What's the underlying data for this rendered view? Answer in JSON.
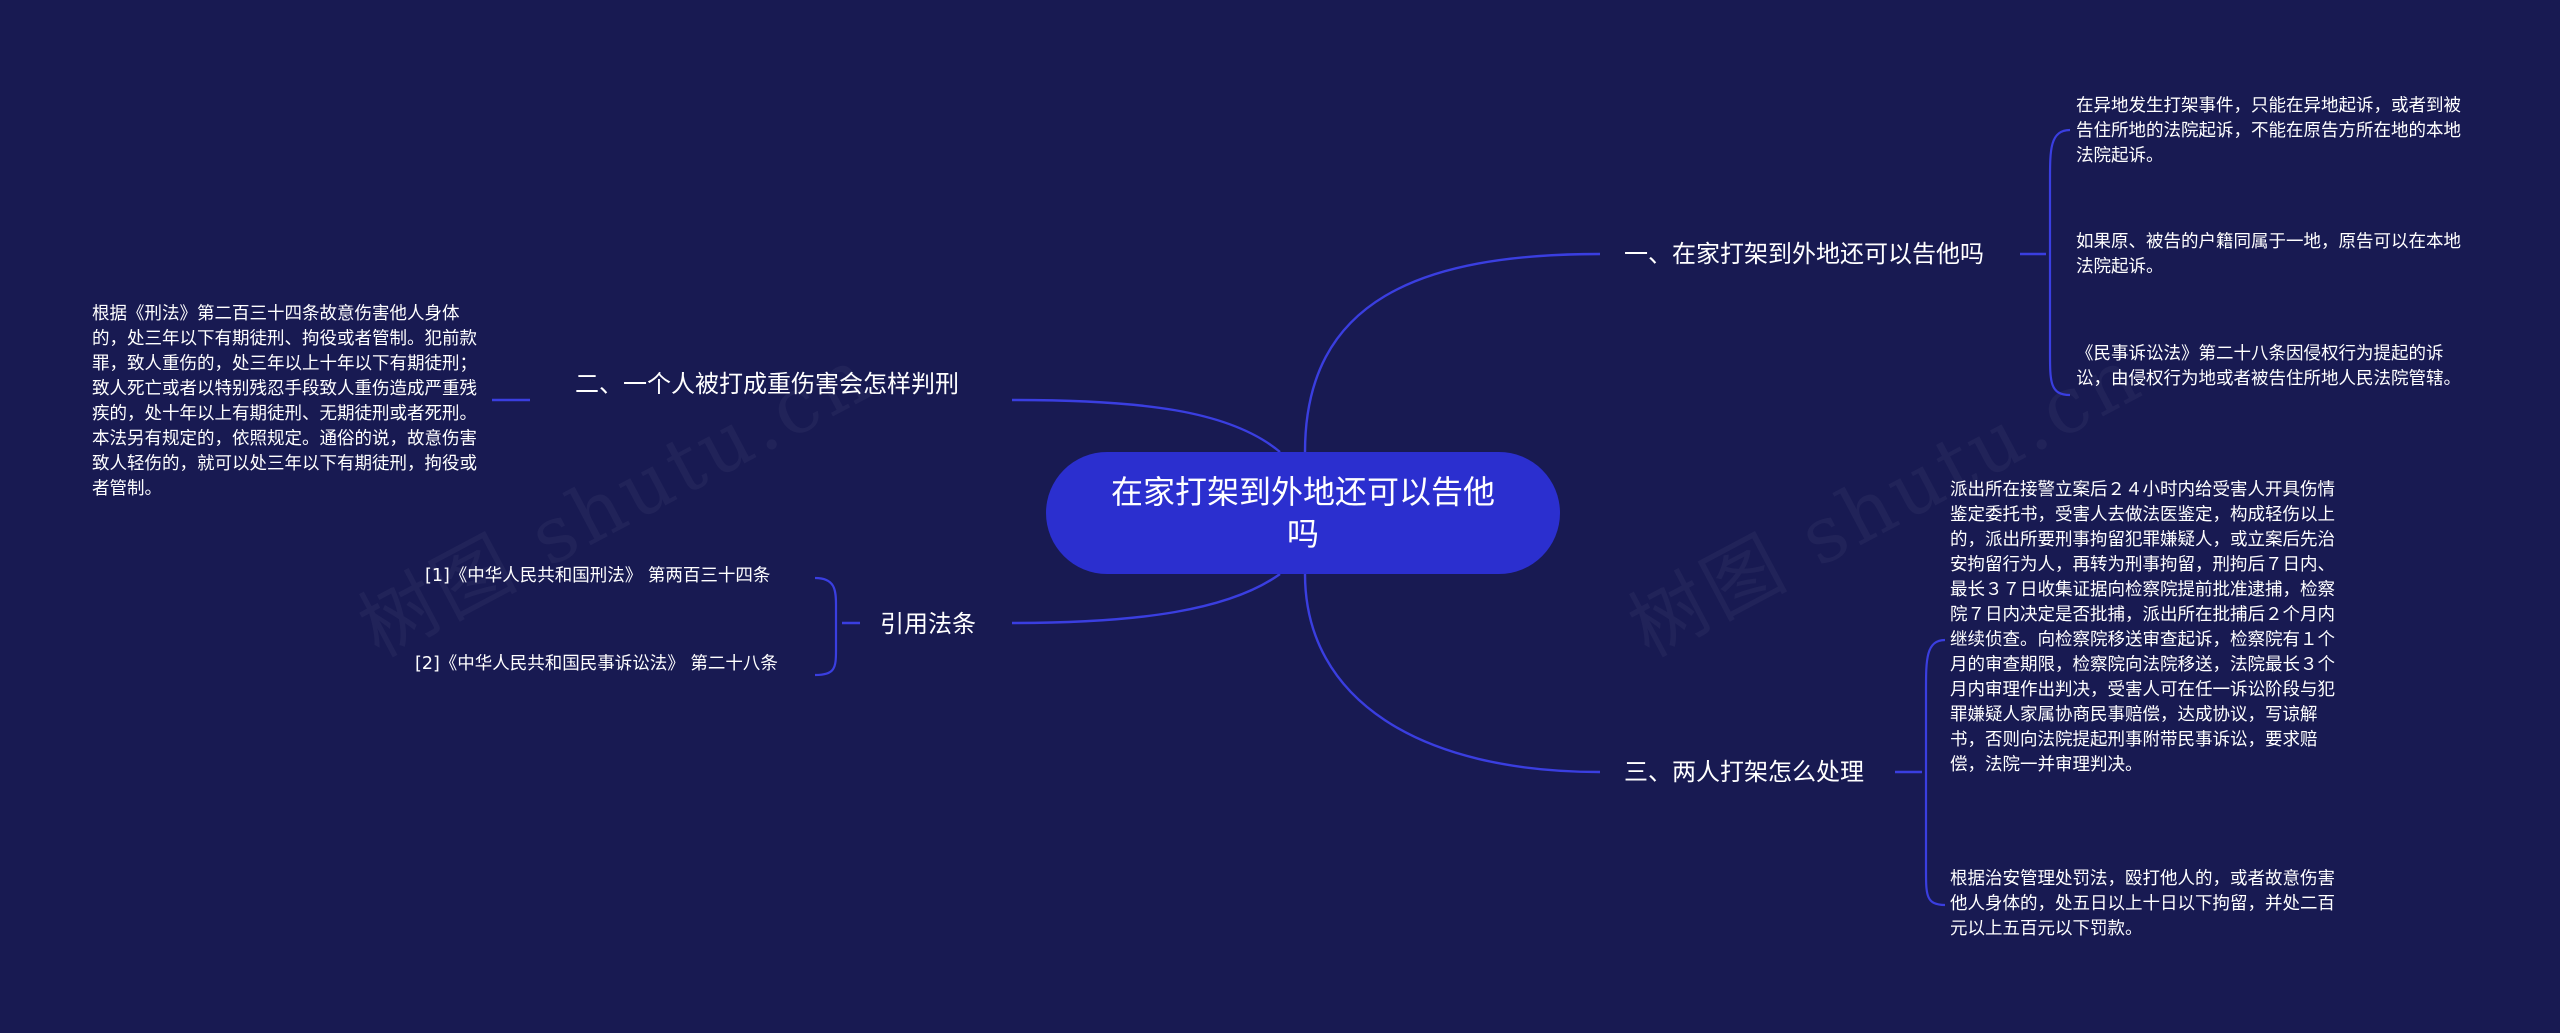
{
  "watermark": "树图 shutu.cn",
  "root": {
    "label": "在家打架到外地还可以告他吗"
  },
  "branches": {
    "b1": {
      "label": "一、在家打架到外地还可以告他吗",
      "leaves": [
        "在异地发生打架事件，只能在异地起诉，或者到被告住所地的法院起诉，不能在原告方所在地的本地法院起诉。",
        "如果原、被告的户籍同属于一地，原告可以在本地法院起诉。",
        "《民事诉讼法》第二十八条因侵权行为提起的诉讼，由侵权行为地或者被告住所地人民法院管辖。"
      ]
    },
    "b2": {
      "label": "二、一个人被打成重伤害会怎样判刑",
      "leaves": [
        "根据《刑法》第二百三十四条故意伤害他人身体的，处三年以下有期徒刑、拘役或者管制。犯前款罪，致人重伤的，处三年以上十年以下有期徒刑；致人死亡或者以特别残忍手段致人重伤造成严重残疾的，处十年以上有期徒刑、无期徒刑或者死刑。本法另有规定的，依照规定。通俗的说，故意伤害致人轻伤的，就可以处三年以下有期徒刑，拘役或者管制。"
      ]
    },
    "b3": {
      "label": "三、两人打架怎么处理",
      "leaves": [
        "派出所在接警立案后２４小时内给受害人开具伤情鉴定委托书，受害人去做法医鉴定，构成轻伤以上的，派出所要刑事拘留犯罪嫌疑人，或立案后先治安拘留行为人，再转为刑事拘留，刑拘后７日内、最长３７日收集证据向检察院提前批准逮捕，检察院７日内决定是否批捕，派出所在批捕后２个月内继续侦查。向检察院移送审查起诉，检察院有１个月的审查期限，检察院向法院移送，法院最长３个月内审理作出判决，受害人可在任一诉讼阶段与犯罪嫌疑人家属协商民事赔偿，达成协议，写谅解书，否则向法院提起刑事附带民事诉讼，要求赔偿，法院一并审理判决。",
        "根据治安管理处罚法，殴打他人的，或者故意伤害他人身体的，处五日以上十日以下拘留，并处二百元以上五百元以下罚款。"
      ]
    },
    "b4": {
      "label": "引用法条",
      "leaves": [
        "[1]《中华人民共和国刑法》 第两百三十四条",
        "[2]《中华人民共和国民事诉讼法》 第二十八条"
      ]
    }
  },
  "colors": {
    "background": "#181a52",
    "root_fill": "#2b2fcf",
    "connector": "#3a3ee0",
    "text": "#ffffff"
  }
}
